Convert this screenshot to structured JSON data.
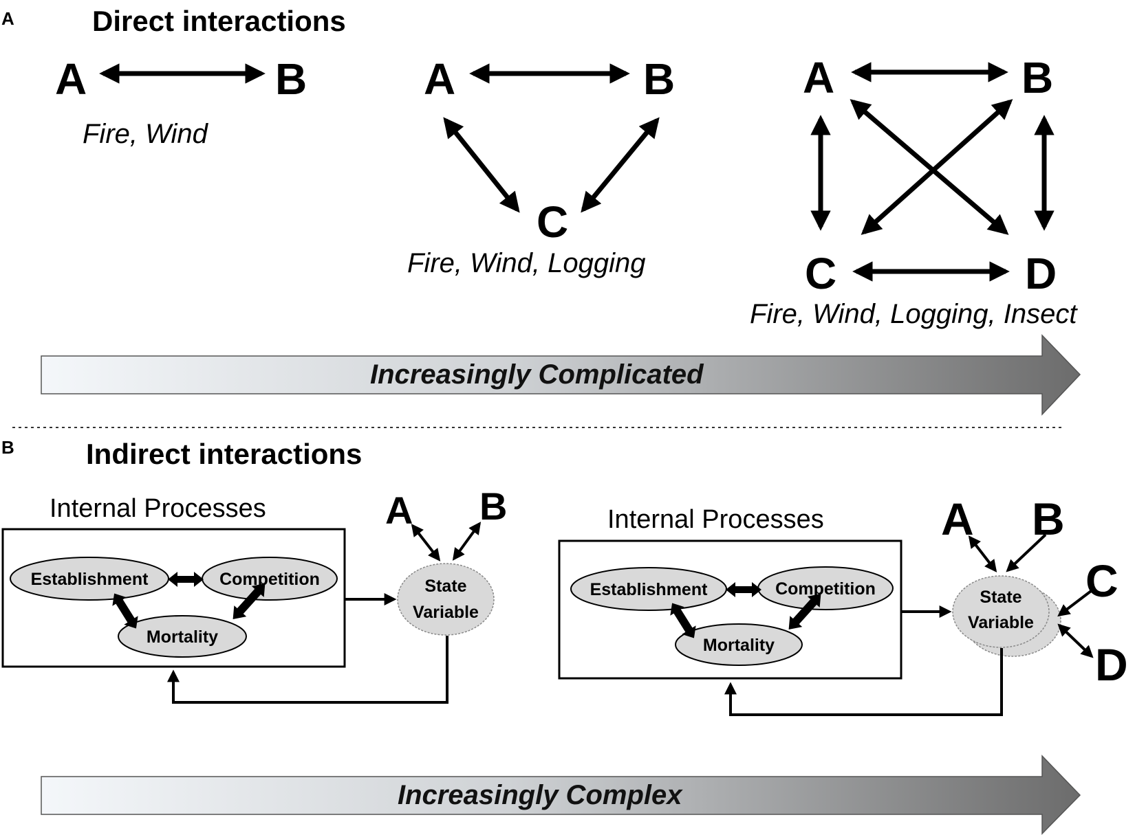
{
  "panel_a": {
    "letter": "A",
    "title": "Direct interactions",
    "diagram1": {
      "nodes": [
        "A",
        "B"
      ],
      "caption": "Fire, Wind"
    },
    "diagram2": {
      "nodes": [
        "A",
        "B",
        "C"
      ],
      "caption": "Fire, Wind, Logging"
    },
    "diagram3": {
      "nodes": [
        "A",
        "B",
        "C",
        "D"
      ],
      "caption": "Fire, Wind, Logging, Insect"
    },
    "band_label": "Increasingly Complicated"
  },
  "panel_b": {
    "letter": "B",
    "title": "Indirect interactions",
    "left": {
      "box_title": "Internal Processes",
      "processes": [
        "Establishment",
        "Competition",
        "Mortality"
      ],
      "state": [
        "State",
        "Variable"
      ],
      "nodes": [
        "A",
        "B"
      ]
    },
    "right": {
      "box_title": "Internal Processes",
      "processes": [
        "Establishment",
        "Competition",
        "Mortality"
      ],
      "state": [
        "State",
        "Variable"
      ],
      "nodes": [
        "A",
        "B",
        "C",
        "D"
      ]
    },
    "band_label": "Increasingly Complex"
  },
  "colors": {
    "ellipse_fill": "#d9d9d9",
    "band_light": "#f4f7fa",
    "band_dark": "#707070"
  }
}
